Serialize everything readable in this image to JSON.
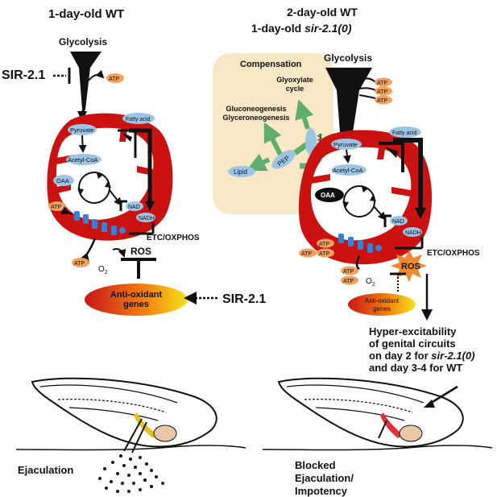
{
  "left_panel": {
    "title": "1-day-old WT",
    "glycolysis": "Glycolysis",
    "sir_regulator": "SIR-2.1",
    "atp": "ATP",
    "fatty_acid": "Fatty acid",
    "pyruvate": "Pyruvate",
    "acetyl_coa": "Acetyl-CoA",
    "oaa": "OAA",
    "nad": "NAD",
    "nadh": "NADH",
    "etc_oxphos": "ETC/OXPHOS",
    "ros": "ROS",
    "o2": "O",
    "o2_sub": "2",
    "antioxidant_line1": "Anti-oxidant",
    "antioxidant_line2": "genes",
    "sir_activator": "SIR-2.1",
    "outcome": "Ejaculation"
  },
  "right_panel": {
    "title_line1": "2-day-old WT",
    "title_line2_prefix": "1-day-old ",
    "title_line2_italic": "sir-2.1(0)",
    "compensation": "Compensation",
    "glycolysis": "Glycolysis",
    "glyoxylate_line1": "Glyoxylate",
    "glyoxylate_line2": "cycle",
    "gluconeogenesis_line1": "Gluconeogenesis",
    "gluconeogenesis_line2": "Glyceroneogenesis",
    "lipid": "Lipid",
    "pep": "PEP",
    "oaa": "OAA",
    "pyruvate": "Pyruvate",
    "acetyl_coa": "Acetyl-CoA",
    "fatty_acid": "Fatty acid",
    "nad": "NAD",
    "nadh": "NADH",
    "atp": "ATP",
    "etc_oxphos": "ETC/OXPHOS",
    "ros": "ROS",
    "o2": "O",
    "o2_sub": "2",
    "antioxidant_line1": "Anti-oxidant",
    "antioxidant_line2": "genes",
    "hyper_line1": "Hyper-excitability",
    "hyper_line2": "of genital circuits",
    "hyper_line3_prefix": "on day 2 for ",
    "hyper_line3_italic": "sir-2.1(0)",
    "hyper_line4": "and day 3-4 for WT",
    "outcome_line1": "Blocked",
    "outcome_line2": "Ejaculation/",
    "outcome_line3": "Impotency"
  },
  "colors": {
    "mito_red": "#cc1111",
    "metabolite_blue": "#9cc4e4",
    "atp_orange": "#f2a25c",
    "compensation_bg": "#f8e8c6",
    "ros_star": "#f08a30",
    "green_arrow": "#5fae6b"
  }
}
